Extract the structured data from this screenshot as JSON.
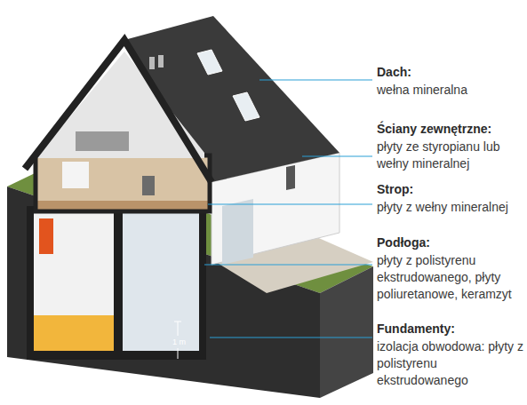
{
  "diagram": {
    "labels": [
      "Dach:",
      "wełna mineralna",
      "Ściany zewnętrzne:",
      "płyty ze styropianu lub wełny mineralnej",
      "Strop:",
      "płyty z wełny mineralnej",
      "Podłoga:",
      "płyty z polistyrenu ekstrudowanego, płyty poliuretanowe, keramzyt",
      "Fundamenty:",
      "izolacja obwodowa: płyty z polistyrenu ekstrudowanego",
      "1 m"
    ]
  }
}
